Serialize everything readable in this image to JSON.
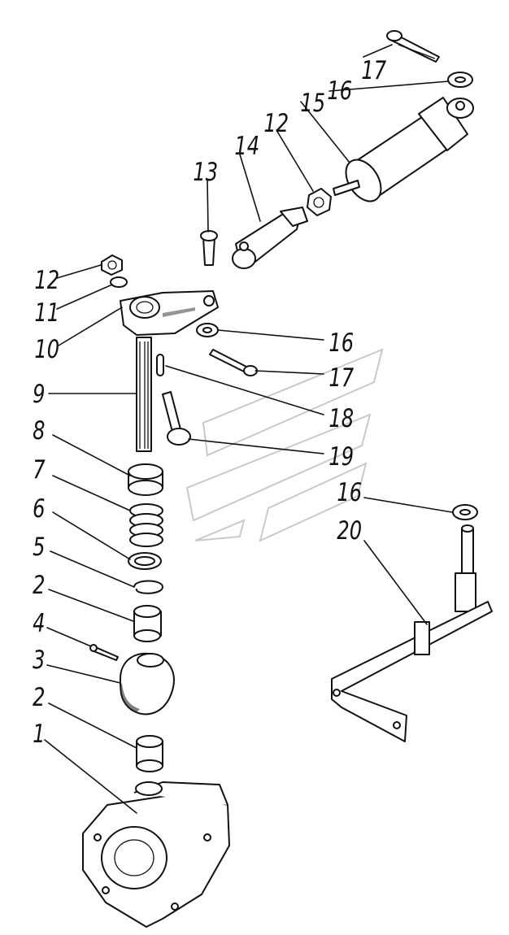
{
  "diagram": {
    "type": "exploded-parts-drawing",
    "callouts": [
      {
        "id": "c17a",
        "text": "17"
      },
      {
        "id": "c16a",
        "text": "16"
      },
      {
        "id": "c15",
        "text": "15"
      },
      {
        "id": "c12a",
        "text": "12"
      },
      {
        "id": "c14",
        "text": "14"
      },
      {
        "id": "c13",
        "text": "13"
      },
      {
        "id": "c12b",
        "text": "12"
      },
      {
        "id": "c11",
        "text": "11"
      },
      {
        "id": "c10",
        "text": "10"
      },
      {
        "id": "c16b",
        "text": "16"
      },
      {
        "id": "c17b",
        "text": "17"
      },
      {
        "id": "c9",
        "text": "9"
      },
      {
        "id": "c18",
        "text": "18"
      },
      {
        "id": "c8",
        "text": "8"
      },
      {
        "id": "c19",
        "text": "19"
      },
      {
        "id": "c7",
        "text": "7"
      },
      {
        "id": "c16c",
        "text": "16"
      },
      {
        "id": "c6",
        "text": "6"
      },
      {
        "id": "c20",
        "text": "20"
      },
      {
        "id": "c5",
        "text": "5"
      },
      {
        "id": "c2a",
        "text": "2"
      },
      {
        "id": "c4",
        "text": "4"
      },
      {
        "id": "c3",
        "text": "3"
      },
      {
        "id": "c2b",
        "text": "2"
      },
      {
        "id": "c1",
        "text": "1"
      }
    ],
    "colors": {
      "ink": "#111111",
      "paper": "#ffffff",
      "watermark": "#c9c9c9"
    }
  }
}
